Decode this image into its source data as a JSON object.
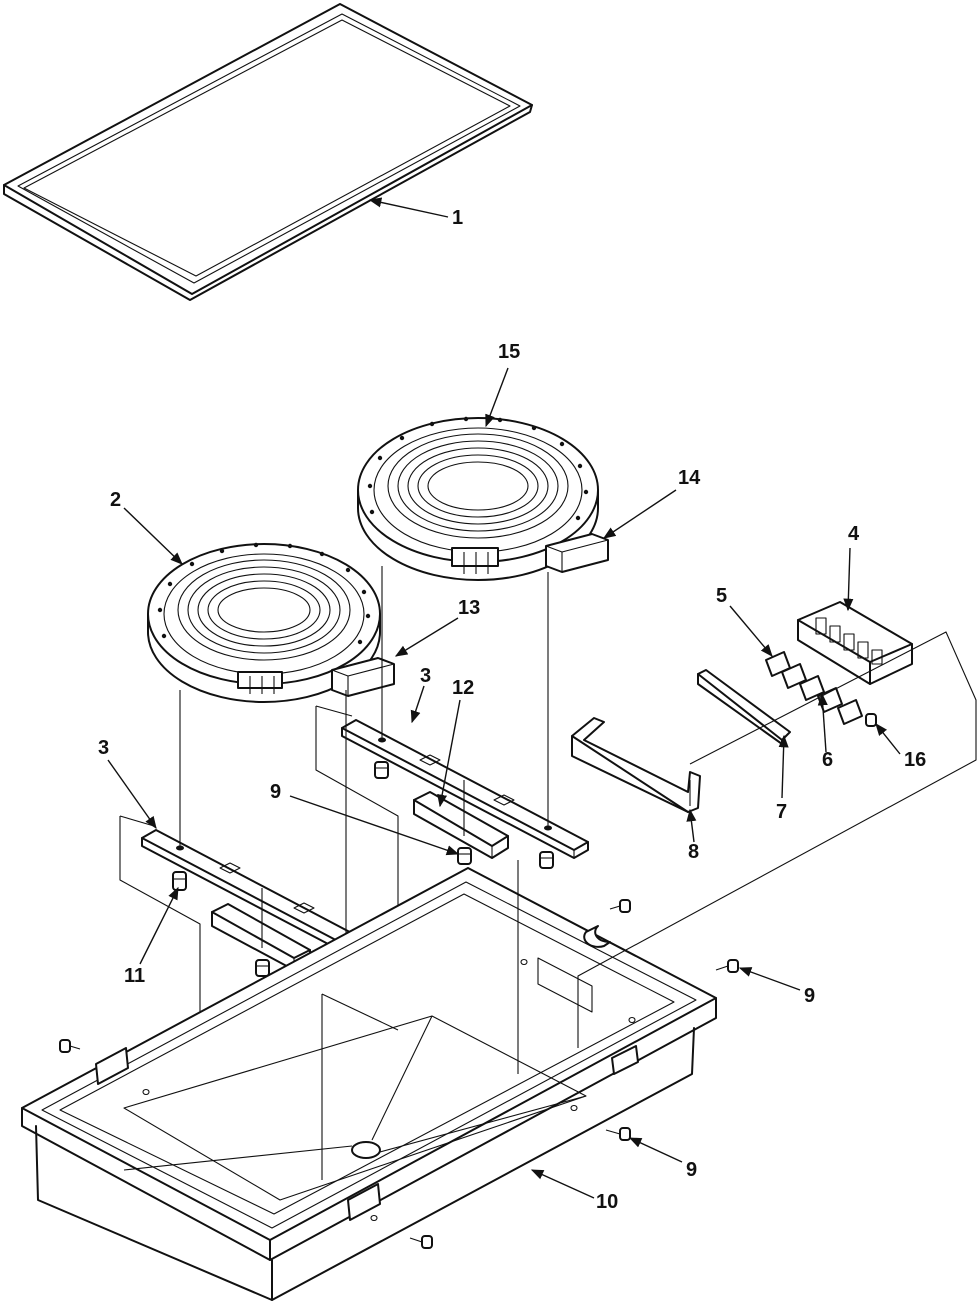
{
  "callouts": [
    {
      "id": "c1",
      "text": "1"
    },
    {
      "id": "c15",
      "text": "15"
    },
    {
      "id": "c14",
      "text": "14"
    },
    {
      "id": "c2",
      "text": "2"
    },
    {
      "id": "c13",
      "text": "13"
    },
    {
      "id": "c4",
      "text": "4"
    },
    {
      "id": "c5",
      "text": "5"
    },
    {
      "id": "c3a",
      "text": "3"
    },
    {
      "id": "c12",
      "text": "12"
    },
    {
      "id": "c3b",
      "text": "3"
    },
    {
      "id": "c9a",
      "text": "9"
    },
    {
      "id": "c6",
      "text": "6"
    },
    {
      "id": "c16",
      "text": "16"
    },
    {
      "id": "c7",
      "text": "7"
    },
    {
      "id": "c8",
      "text": "8"
    },
    {
      "id": "c11",
      "text": "11"
    },
    {
      "id": "c9b",
      "text": "9"
    },
    {
      "id": "c9c",
      "text": "9"
    },
    {
      "id": "c10",
      "text": "10"
    }
  ]
}
